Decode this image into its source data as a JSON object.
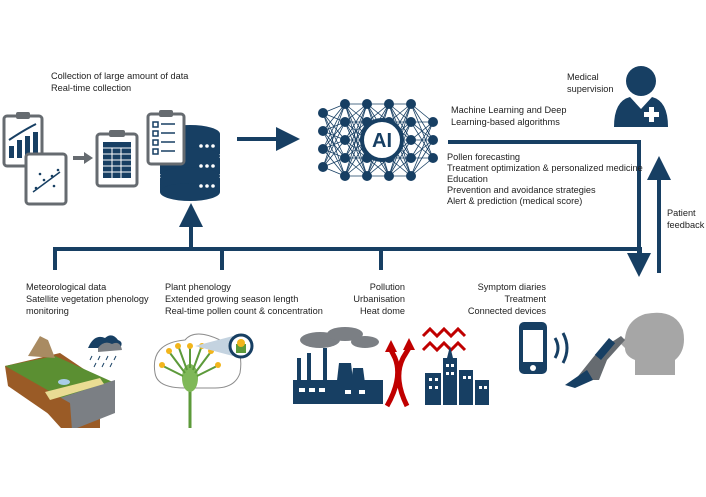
{
  "colors": {
    "navy": "#173f63",
    "gray": "#666b70",
    "red": "#c00000",
    "yellow": "#f2b51c",
    "green": "#5c9a3a",
    "head_gray": "#a6a6a6"
  },
  "collection": {
    "lines": [
      "Collection of large amount of data",
      "Real-time collection"
    ],
    "icons": [
      "chart-clipboard-icon",
      "scatter-clipboard-icon",
      "table-clipboard-icon",
      "checklist-database-icon"
    ]
  },
  "ai": {
    "label": "AI",
    "algorithms": [
      "Machine Learning and Deep",
      "Learning-based algorithms"
    ],
    "outputs": [
      "Pollen forecasting",
      "Treatment optimization & personalized medicine",
      "Education",
      "Prevention and avoidance strategies",
      "Alert & prediction (medical score)"
    ]
  },
  "medical": {
    "lines": [
      "Medical",
      "supervision"
    ]
  },
  "feedback": {
    "lines": [
      "Patient",
      "feedback"
    ]
  },
  "sources": [
    {
      "lines": [
        "Meteorological data",
        "Satellite vegetation phenology",
        "monitoring"
      ],
      "icon": "landscape-weather-icon"
    },
    {
      "lines": [
        "Plant phenology",
        "Extended growing season length",
        "Real-time pollen count & concentration"
      ],
      "icon": "flower-pollen-icon"
    },
    {
      "lines": [
        "Pollution",
        "Urbanisation",
        "Heat dome"
      ],
      "icon": "industry-city-heat-icon"
    },
    {
      "lines": [
        "Symptom diaries",
        "Treatment",
        "Connected devices"
      ],
      "icon": "phone-patient-spray-icon"
    }
  ]
}
